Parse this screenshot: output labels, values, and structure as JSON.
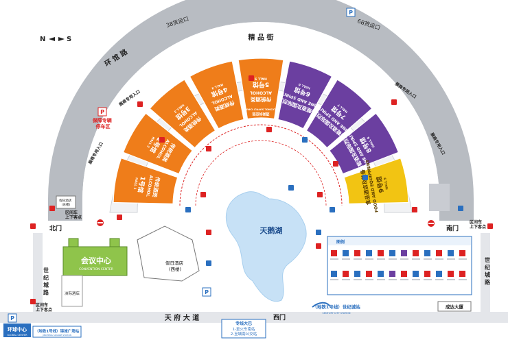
{
  "compass": {
    "north": "N",
    "south": "S"
  },
  "roads": {
    "ring_road": "环 馆 路",
    "jingpin_street": "精 品 街",
    "tianfu_avenue": "天 府 大 道",
    "shiji_road_left": "世 纪 城 路",
    "shiji_road_right": "世 纪 城 路",
    "road_38": "38货运口",
    "road_6b": "6B货运口"
  },
  "halls": [
    {
      "id": "1",
      "cn_title": "1号馆",
      "en_title": "HALL 1",
      "cat_cn": "传统酒类",
      "cat_en": "ALCOHOL",
      "color": "#ef7d1a"
    },
    {
      "id": "2",
      "cn_title": "2号馆",
      "en_title": "HALL 2",
      "cat_cn": "传统酒类",
      "cat_en": "ALCOHOL",
      "color": "#ef7d1a"
    },
    {
      "id": "3",
      "cn_title": "3号馆",
      "en_title": "HALL 3",
      "cat_cn": "传统酒类",
      "cat_en": "ALCOHOL",
      "color": "#ef7d1a"
    },
    {
      "id": "4",
      "cn_title": "4号馆",
      "en_title": "HALL 4",
      "cat_cn": "传统酒类",
      "cat_en": "ALCOHOL",
      "color": "#ef7d1a"
    },
    {
      "id": "5",
      "cn_title": "5号馆",
      "en_title": "HALL 5",
      "cat_cn": "传统酒类",
      "cat_en": "ALCOHOL",
      "color": "#ef7d1a",
      "supply_cn": "酒类供应链",
      "supply_en": "ALCOHOL SUPPLY CHAIN"
    },
    {
      "id": "6",
      "cn_title": "6号馆",
      "en_title": "HALL 6",
      "cat_cn": "葡萄酒及国际烈酒",
      "cat_en": "WINE AND SPIRITS",
      "color": "#6b3fa0"
    },
    {
      "id": "7",
      "cn_title": "7号馆",
      "en_title": "HALL 7",
      "cat_cn": "葡萄酒及国际烈酒",
      "cat_en": "WINE AND SPIRITS",
      "color": "#6b3fa0"
    },
    {
      "id": "8",
      "cn_title": "8号馆",
      "en_title": "HALL 8",
      "cat_cn": "葡萄酒及国际烈酒",
      "cat_en": "WINE AND SPIRITS",
      "color": "#6b3fa0"
    },
    {
      "id": "9",
      "cn_title": "9号馆",
      "en_title": "HALL 9",
      "cat_cn": "食品酒店及装备",
      "cat_en": "FOOD AND EQUIPMENT",
      "color": "#f2c413"
    }
  ],
  "labels": {
    "lake": "天鹅湖",
    "convention_cn": "会议中心",
    "convention_en": "CONVENTION CENTER",
    "intercity_hotel": "洲际酒店",
    "holiday_hotel_west": "假日酒店\n(西楼)",
    "holiday_hotel_east": "假日酒店\n(东楼)",
    "north_gate": "北门",
    "south_gate": "南门",
    "west_gate": "西门",
    "vip_parking": "保障专辆\n停车区",
    "left_stop": "区间车\n上下客点",
    "right_stop": "区间车\n上下客点",
    "bottom_left_stop": "区间车\n上下客点",
    "exhibitor_entry_1": "展商专用入口",
    "exhibitor_entry_2": "展商专用入口",
    "exhibitor_entry_3": "展商专用入口",
    "exhibitor_entry_4": "展商专用入口",
    "global_center_cn": "环球中心",
    "global_center_en": "GLOBAL CENTER",
    "metro_station_left": "（地铁1号线）锦城广场站",
    "metro_station_left_en": "JINCHENG SQUARE STATION",
    "metro_station_right": "（地铁1号线）世纪城站",
    "metro_station_right_en": "CENTURY CITY STATION",
    "shuttle_title": "专线大巴",
    "shuttle_1": "1-至火车南站",
    "shuttle_2": "2-至城南公交站",
    "chengda_building": "成达大厦",
    "legend_title": "图例"
  }
}
